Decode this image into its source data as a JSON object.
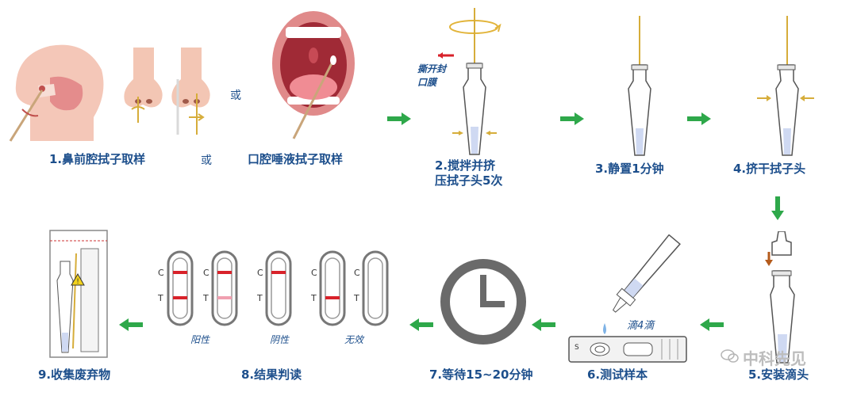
{
  "steps": {
    "s1": {
      "num": "1.",
      "label": "鼻前腔拭子取样"
    },
    "s1_alt": {
      "label": "口腔唾液拭子取样"
    },
    "s2": {
      "num": "2.",
      "line1": "搅拌并挤",
      "line2": "压拭子头5次"
    },
    "s3": {
      "num": "3.",
      "label": "静置1分钟"
    },
    "s4": {
      "num": "4.",
      "label": "挤干拭子头"
    },
    "s5": {
      "num": "5.",
      "label": "安装滴头"
    },
    "s6": {
      "num": "6.",
      "label": "测试样本"
    },
    "s7": {
      "num": "7.",
      "label": "等待15~20分钟"
    },
    "s8": {
      "num": "8.",
      "label": "结果判读"
    },
    "s9": {
      "num": "9.",
      "label": "收集废弃物"
    }
  },
  "or_text": "或",
  "tear_seal": {
    "line1": "撕开封",
    "line2": "口膜"
  },
  "drop_text": "滴4滴",
  "cassette": {
    "sample_mark": "S"
  },
  "results": {
    "c_label": "C",
    "t_label": "T",
    "positive": "阳性",
    "negative": "阴性",
    "invalid": "无效"
  },
  "watermark": "中科先见",
  "colors": {
    "caption": "#1d4f8c",
    "arrow": "#2ea84a",
    "red_line": "#d8222a",
    "faint_line": "#f0a0b0",
    "swab": "#d6ad3a"
  }
}
